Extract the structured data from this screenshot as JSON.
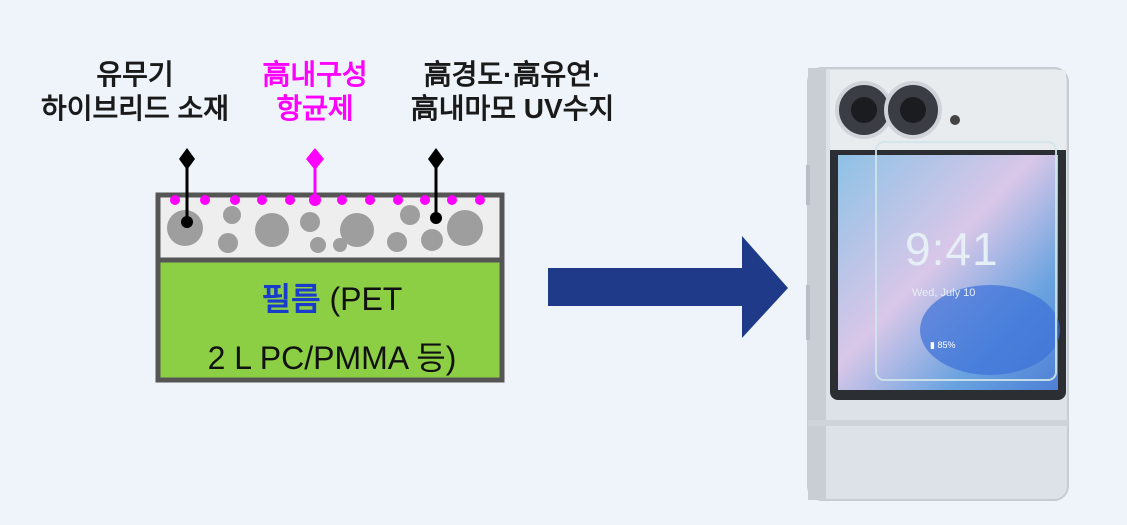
{
  "labels": {
    "inorganic": {
      "line1": "유무기",
      "line2": "하이브리드 소재",
      "color": "#1a1a1a"
    },
    "antibacterial": {
      "line1": "高내구성",
      "line2": "항균제",
      "color": "#ff00ff"
    },
    "resin": {
      "line1": "高경도·高유연·",
      "line2": "高내마모 UV수지",
      "color": "#1a1a1a"
    }
  },
  "film": {
    "main": "필름",
    "line1_rest": " (PET",
    "line2": "2 L PC/PMMA 등)",
    "fill_color": "#8ccf44",
    "coating_color": "#eeeeee"
  },
  "arrow": {
    "color": "#203a8a"
  },
  "phone": {
    "clock": "9:41",
    "date": "Wed, July 10",
    "battery": "▮ 85%"
  }
}
